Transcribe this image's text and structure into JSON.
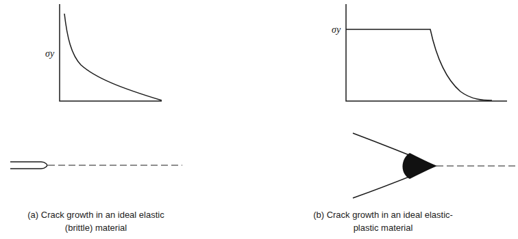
{
  "diagram": {
    "labels": [
      "σy",
      "(a) Crack growth in an ideal elastic (brittle) material",
      "σy",
      "(b) Crack growth in an ideal elastic-plastic material"
    ]
  }
}
